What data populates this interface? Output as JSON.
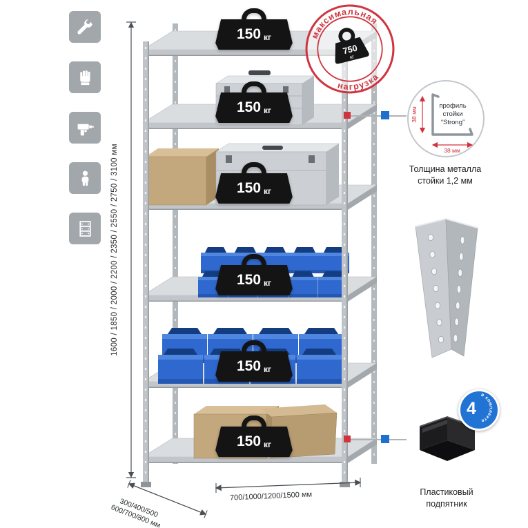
{
  "sidebar": {
    "icons": [
      "wrench-icon",
      "gloves-icon",
      "drill-icon",
      "person-icon",
      "rack-icon"
    ]
  },
  "dims": {
    "height": "1600 / 1850 / 2000 / 2200 / 2350 / 2550 / 2750 / 3100 мм",
    "depth_line1": "300/400/500",
    "depth_line2": "600/700/800 мм",
    "width": "700/1000/1200/1500 мм"
  },
  "load": {
    "value": "150",
    "unit": "кг"
  },
  "stamp": {
    "arc_top": "максимальная",
    "arc_bottom": "нагрузка",
    "value": "750",
    "unit": "кг"
  },
  "profile": {
    "line1": "профиль",
    "line2": "стойки",
    "line3": "“Strong”",
    "dim_vertical": "38 мм",
    "dim_horizontal": "38 мм",
    "caption_line1": "Толщина металла",
    "caption_line2": "стойки 1,2 мм"
  },
  "foot": {
    "badge_value": "4",
    "badge_arc": "в комплекте",
    "caption_line1": "Пластиковый",
    "caption_line2": "подпятник"
  },
  "colors": {
    "accent_red": "#d0333e",
    "accent_blue": "#1f6fd1",
    "bin_blue": "#2f69d0",
    "metal_gray": "#dadde0",
    "tile_gray": "#a2a7ac"
  }
}
